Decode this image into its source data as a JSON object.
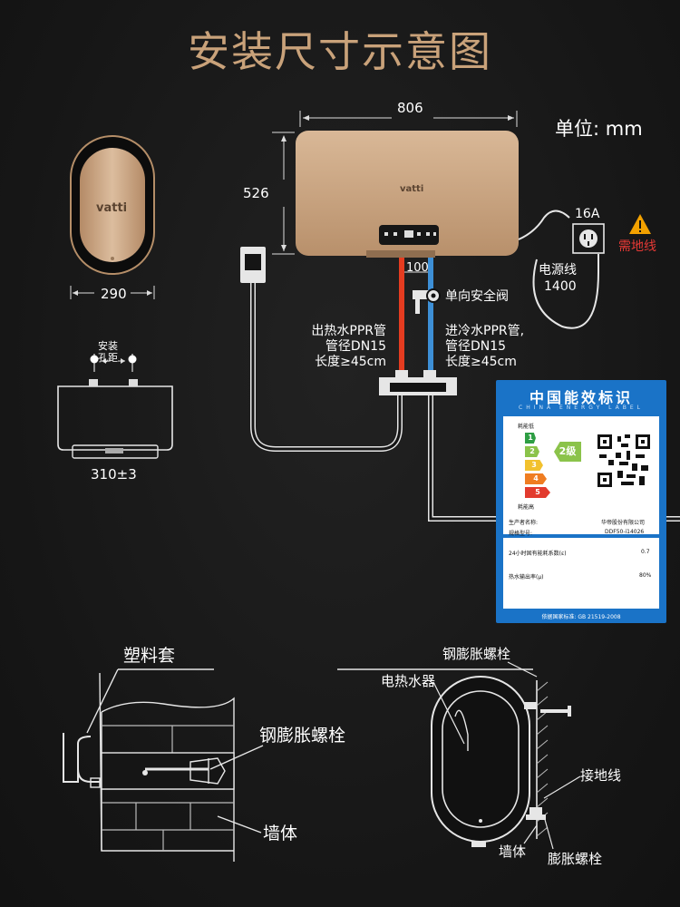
{
  "title": "安装尺寸示意图",
  "unit": "单位: mm",
  "heater": {
    "brand": "vatti",
    "width": "806",
    "height": "526",
    "pipe_gap": "100",
    "depth_front": "290",
    "depth_side": "310±3",
    "mount_label": "安装\n孔距"
  },
  "pipes": {
    "safety_valve": "单向安全阀",
    "hot_line1": "出热水PPR管",
    "hot_line2": "管径DN15",
    "hot_line3": "长度≥45cm",
    "cold_line1": "进冷水PPR管,",
    "cold_line2": "管径DN15",
    "cold_line3": "长度≥45cm"
  },
  "power": {
    "socket": "16A",
    "ground_warning": "需地线",
    "cable_label": "电源线",
    "cable_length": "1400"
  },
  "energy_label": {
    "header": "中国能效标识",
    "subheader": "CHINA ENERGY LABEL",
    "low": "耗能低",
    "high": "耗能高",
    "grade": "2级",
    "grades": [
      "1",
      "2",
      "3",
      "4",
      "5"
    ],
    "producer_key": "生产者名称:",
    "producer_val": "华帝股份有限公司",
    "model_key": "规格型号:",
    "model_val": "DDF50-i14026",
    "loss_key": "24小时固有能耗系数(ε)",
    "loss_val": "0.7",
    "output_key": "热水输出率(μ)",
    "output_val": "80%",
    "standard": "依据国家标准: GB 21519-2008"
  },
  "detail_left": {
    "plastic_sleeve": "塑料套",
    "bolt": "钢膨胀螺栓",
    "wall": "墙体"
  },
  "detail_right": {
    "bolt": "钢膨胀螺栓",
    "heater": "电热水器",
    "ground_wire": "接地线",
    "wall": "墙体",
    "exp_bolt": "膨胀螺栓"
  },
  "colors": {
    "title": "#c9a27a",
    "body_gold": "#c9a381",
    "hot_pipe": "#e53c20",
    "cold_pipe": "#3d8fd6",
    "label_blue": "#1a73c7",
    "warning": "#e53935",
    "grade_colors": [
      "#2e9e44",
      "#8bc34a",
      "#f2c12e",
      "#ef7d22",
      "#e23b2e"
    ]
  }
}
